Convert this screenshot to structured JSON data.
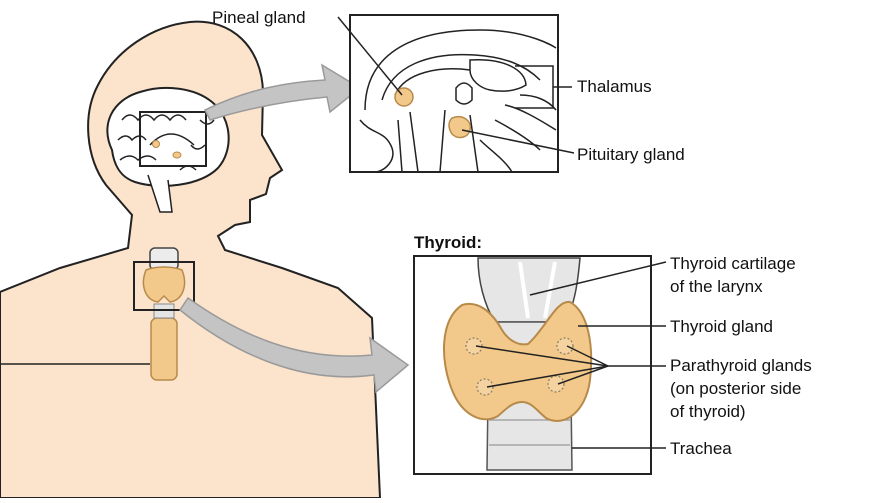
{
  "labels": {
    "pineal_gland": "Pineal gland",
    "thalamus": "Thalamus",
    "pituitary_gland": "Pituitary gland",
    "thyroid_heading": "Thyroid:",
    "thyroid_cartilage_line1": "Thyroid cartilage",
    "thyroid_cartilage_line2": "of the larynx",
    "thyroid_gland": "Thyroid gland",
    "parathyroid_line1": "Parathyroid glands",
    "parathyroid_line2": "(on posterior side",
    "parathyroid_line3": "of thyroid)",
    "trachea": "Trachea"
  },
  "colors": {
    "skin": "#fbe3cc",
    "gland": "#f2c98a",
    "gland_stroke": "#b88a4a",
    "arrow": "#c4c4c4",
    "trachea": "#e4e4e4"
  }
}
